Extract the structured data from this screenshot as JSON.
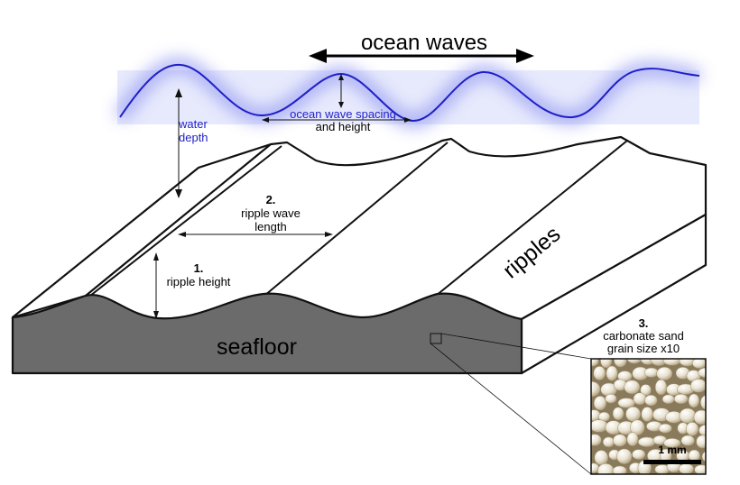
{
  "title": "ocean waves",
  "water_depth": [
    "water",
    "depth"
  ],
  "wave_spacing": [
    "ocean wave spacing",
    "and height"
  ],
  "ripple_wavelength": {
    "num": "2.",
    "lines": [
      "ripple wave",
      "length"
    ]
  },
  "ripple_height": {
    "num": "1.",
    "line": "ripple height"
  },
  "seafloor": "seafloor",
  "ripples": "ripples",
  "sand": {
    "num": "3.",
    "lines": [
      "carbonate sand",
      "grain size x10"
    ]
  },
  "scale_bar": "1 mm",
  "colors": {
    "wave": "#1f1fc8",
    "wave_glow": "#d8dcfa",
    "seafloor": "#6b6b6b",
    "outline": "#111111"
  }
}
